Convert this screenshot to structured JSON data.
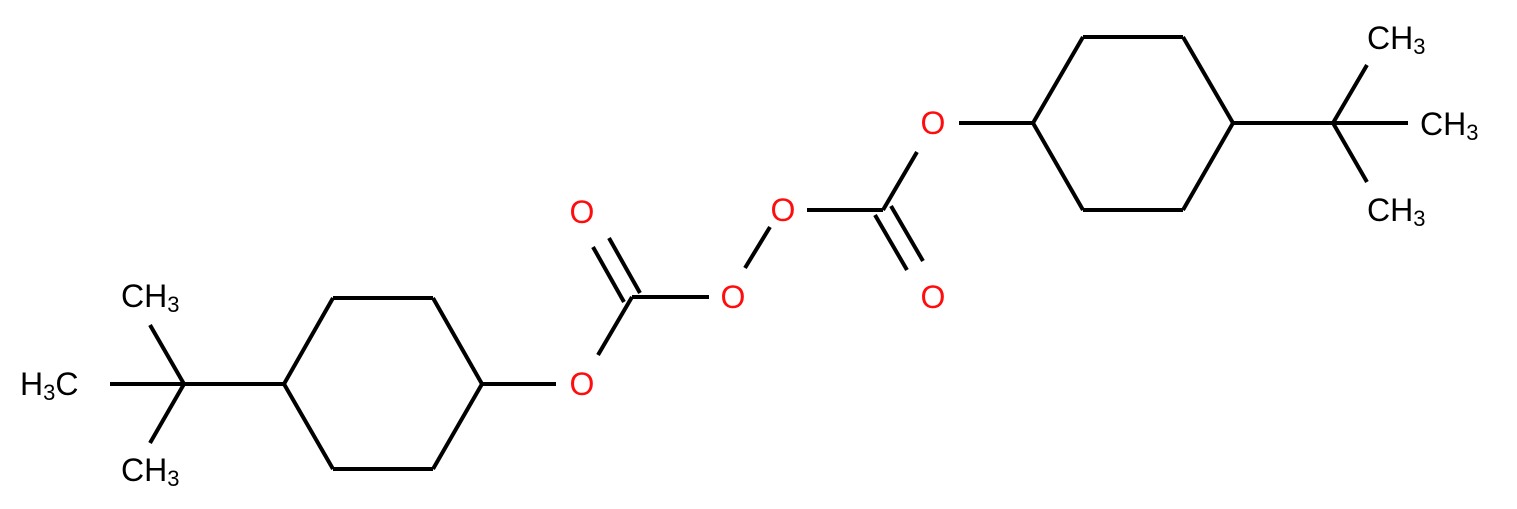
{
  "colors": {
    "bond": "#000000",
    "oxygen": "#ff0d0d",
    "carbon_label": "#000000",
    "background": "#ffffff"
  },
  "atoms": {
    "o_carbonyl_left": "O",
    "o_peroxy_left": "O",
    "o_ester_left": "O",
    "o_peroxy_right": "O",
    "o_carbonyl_right": "O",
    "o_ester_right": "O"
  },
  "methyls": {
    "left_top": {
      "main": "CH",
      "sub": "3"
    },
    "left_side": {
      "main": "H",
      "sub": "3",
      "tail": "C"
    },
    "left_bottom": {
      "main": "CH",
      "sub": "3"
    },
    "right_top": {
      "main": "CH",
      "sub": "3"
    },
    "right_side": {
      "main": "CH",
      "sub": "3"
    },
    "right_bottom": {
      "main": "CH",
      "sub": "3"
    }
  }
}
